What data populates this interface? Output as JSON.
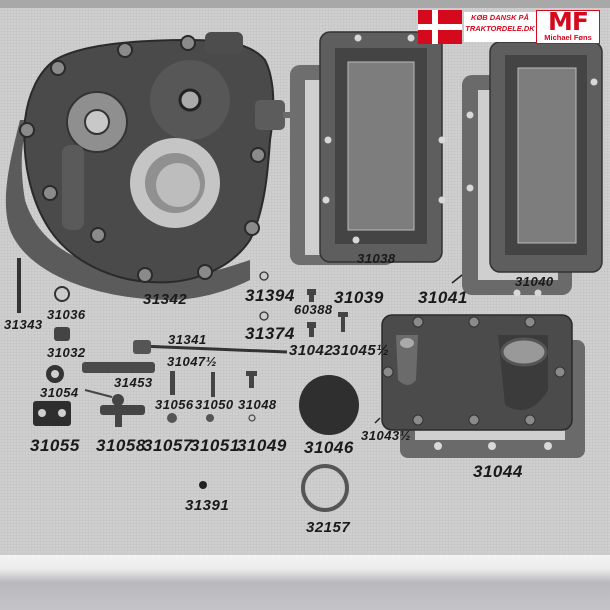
{
  "banner": {
    "flag_icon": "danish-flag",
    "slogan_line1": "KØB DANSK PÅ",
    "slogan_line2": "TRAKTORDELE.DK",
    "logo_text": "MF",
    "logo_subtitle": "Michael Føns",
    "brand_color": "#d4091e"
  },
  "parts": [
    {
      "id": "31342",
      "desc": "gear housing cover with gasket"
    },
    {
      "id": "31343",
      "desc": "stud / long pin"
    },
    {
      "id": "31036",
      "desc": "ring washer"
    },
    {
      "id": "31032",
      "desc": "plug nut"
    },
    {
      "id": "31054",
      "desc": "washer"
    },
    {
      "id": "31055",
      "desc": "lock plate"
    },
    {
      "id": "31453",
      "desc": "pipe / sleeve"
    },
    {
      "id": "31058",
      "desc": "drain cock"
    },
    {
      "id": "31057",
      "desc": "nut"
    },
    {
      "id": "31056",
      "desc": "stud"
    },
    {
      "id": "31341",
      "desc": "rod"
    },
    {
      "id": "31047½",
      "desc": "rod part"
    },
    {
      "id": "31050",
      "desc": "stud"
    },
    {
      "id": "31051",
      "desc": "nut"
    },
    {
      "id": "31048",
      "desc": "screw"
    },
    {
      "id": "31049",
      "desc": "washer"
    },
    {
      "id": "31394",
      "desc": "small ring"
    },
    {
      "id": "31374",
      "desc": "small ring"
    },
    {
      "id": "60388",
      "desc": "bolt"
    },
    {
      "id": "31042",
      "desc": "bolt"
    },
    {
      "id": "31039",
      "desc": "gasket"
    },
    {
      "id": "31045½",
      "desc": "bolt"
    },
    {
      "id": "31038",
      "desc": "cover plate"
    },
    {
      "id": "31040",
      "desc": "cover plate"
    },
    {
      "id": "31041",
      "desc": "gasket"
    },
    {
      "id": "31043½",
      "desc": "bottom cover"
    },
    {
      "id": "31044",
      "desc": "gasket"
    },
    {
      "id": "31046",
      "desc": "filler cap"
    },
    {
      "id": "31391",
      "desc": "ball"
    },
    {
      "id": "32157",
      "desc": "O-ring"
    }
  ],
  "labels": {
    "l31342": "31342",
    "l31343": "31343",
    "l31036": "31036",
    "l31032": "31032",
    "l31054": "31054",
    "l31055": "31055",
    "l31453": "31453",
    "l31058": "31058",
    "l31057": "31057",
    "l31056": "31056",
    "l31341": "31341",
    "l31047": "31047½",
    "l31050": "31050",
    "l31051": "31051",
    "l31048": "31048",
    "l31049": "31049",
    "l31394": "31394",
    "l31374": "31374",
    "l60388": "60388",
    "l31042": "31042",
    "l31039": "31039",
    "l31045": "31045½",
    "l31038": "31038",
    "l31040": "31040",
    "l31041": "31041",
    "l31043": "31043½",
    "l31044": "31044",
    "l31046": "31046",
    "l31391": "31391",
    "l32157": "32157"
  }
}
